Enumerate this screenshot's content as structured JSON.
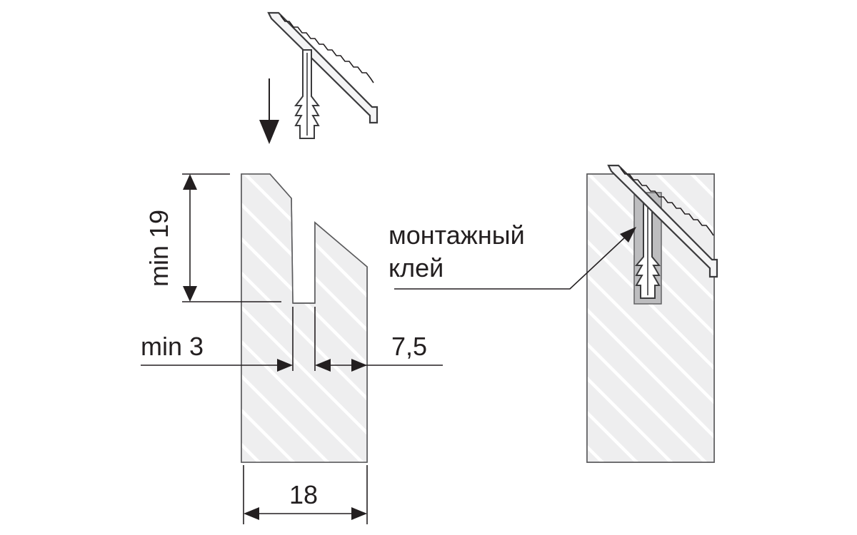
{
  "diagram": {
    "dimensions": {
      "min_19": "min 19",
      "min_3": "min 3",
      "seven_five": "7,5",
      "eighteen": "18"
    },
    "annotation": {
      "line1": "монтажный",
      "line2": "клей"
    },
    "colors": {
      "ink": "#231f20",
      "board_fill": "#eeeeef",
      "hatch": "#ffffff",
      "glue": "#bdbdbf"
    }
  }
}
